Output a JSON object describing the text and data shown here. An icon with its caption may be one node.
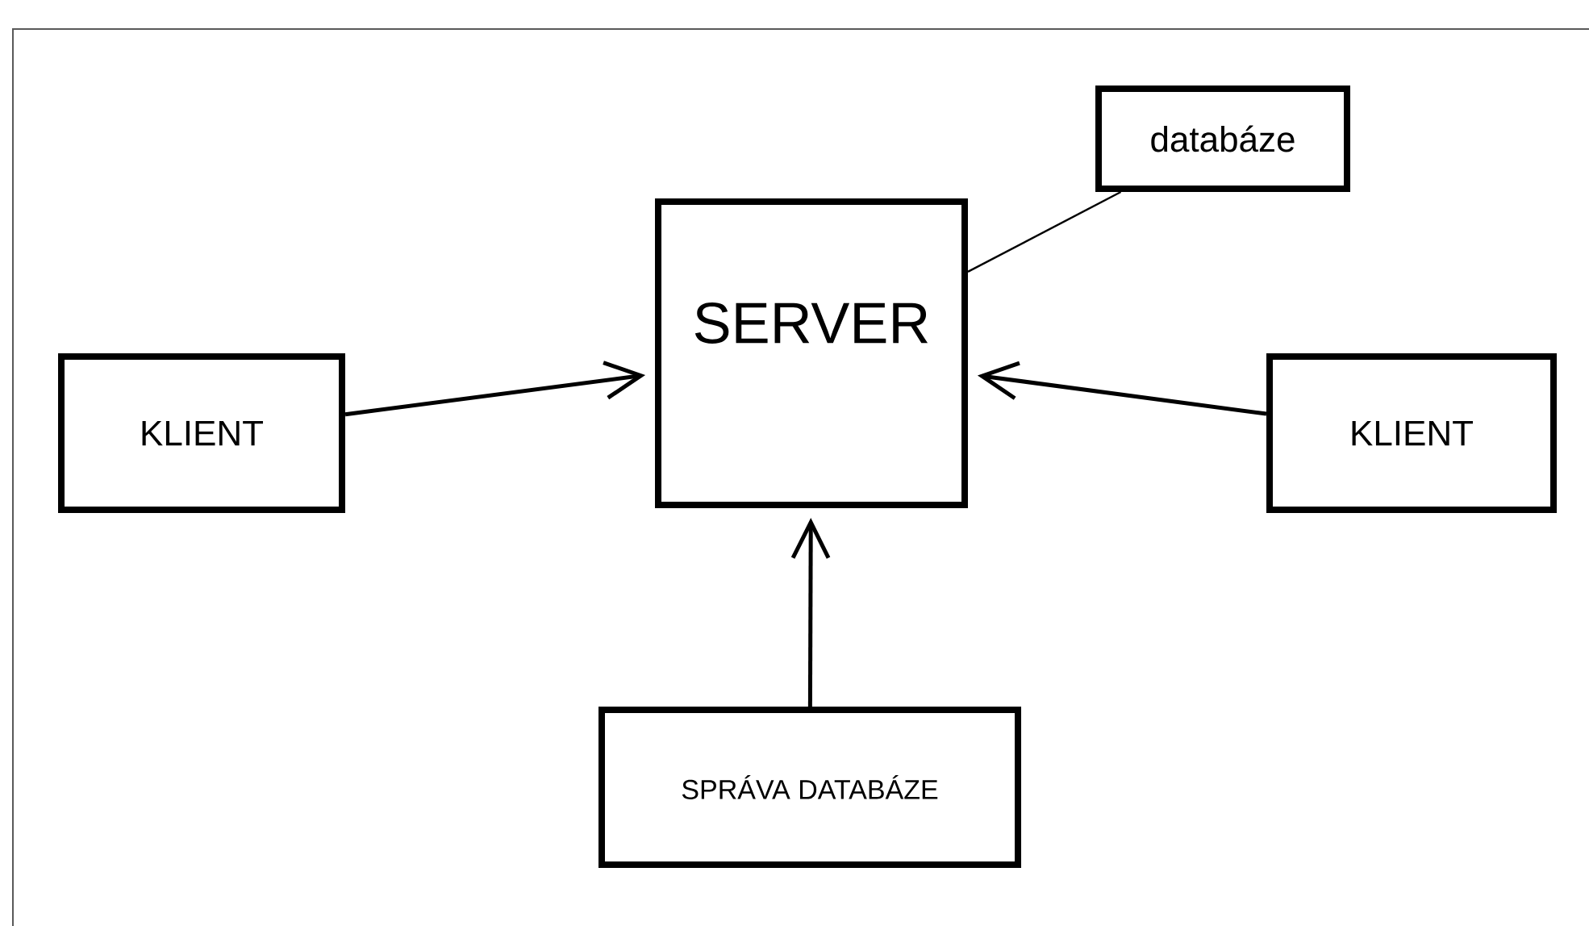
{
  "diagram": {
    "nodes": [
      {
        "text": [
          "databáze"
        ]
      },
      {
        "text": [
          "SERVER"
        ]
      },
      {
        "text": [
          "KLIENT"
        ]
      },
      {
        "text": [
          "KLIENT"
        ]
      },
      {
        "text": [
          "SPRÁVA DATABÁZE"
        ]
      }
    ],
    "edges": [
      {
        "from": 0,
        "to": 1,
        "arrow": "none"
      },
      {
        "from": 2,
        "to": 1,
        "arrow": "to"
      },
      {
        "from": 3,
        "to": 1,
        "arrow": "to"
      },
      {
        "from": 4,
        "to": 1,
        "arrow": "to"
      }
    ]
  }
}
